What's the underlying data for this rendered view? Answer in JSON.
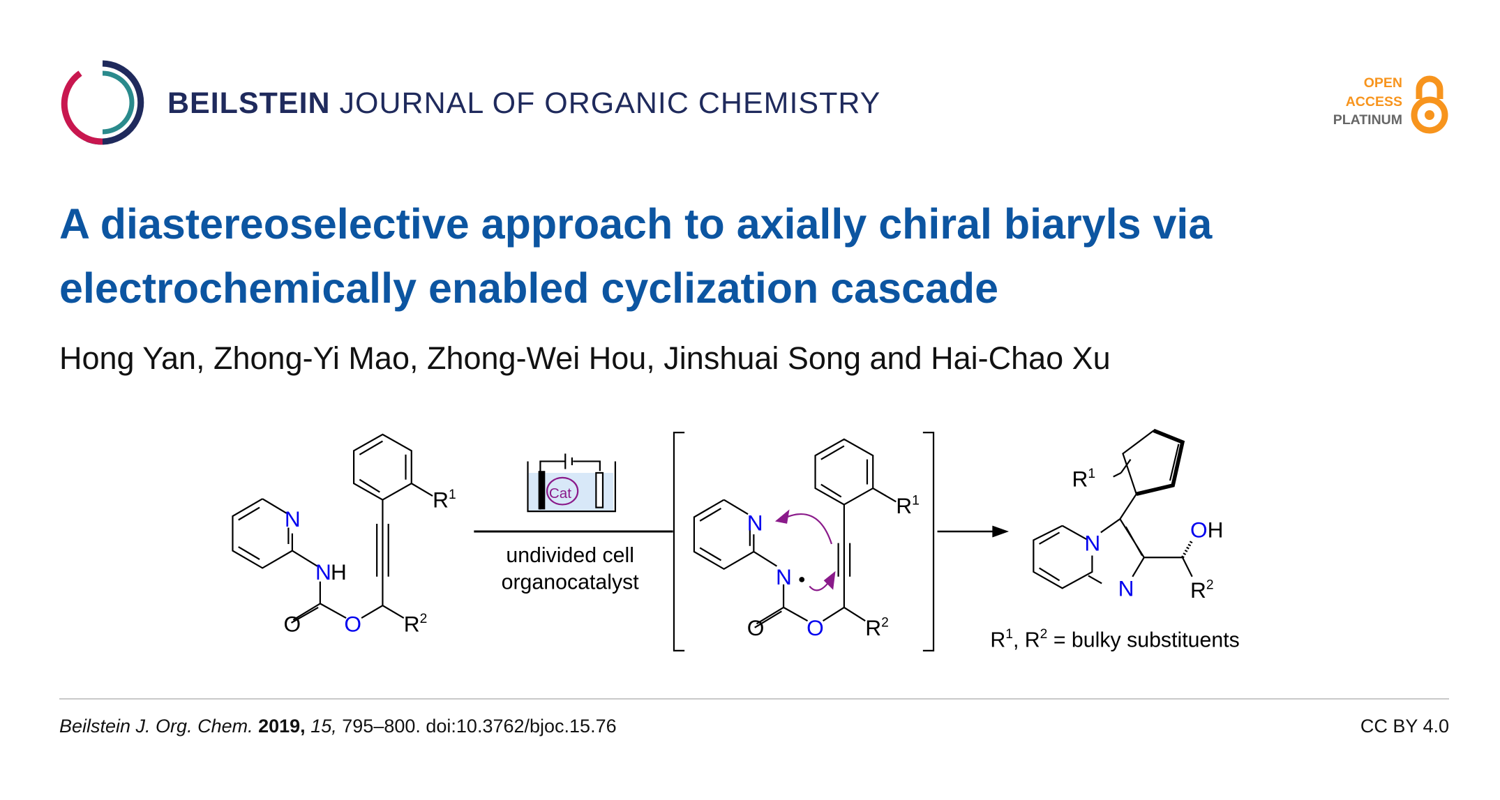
{
  "header": {
    "journal_bold": "BEILSTEIN",
    "journal_rest": "JOURNAL OF ORGANIC CHEMISTRY",
    "open_access": [
      "OPEN",
      "ACCESS",
      "PLATINUM"
    ],
    "colors": {
      "navy": "#1f2a5c",
      "crimson": "#c8174f",
      "teal": "#2a8a8c",
      "orange": "#f7941d"
    }
  },
  "article": {
    "title": "A diastereoselective approach to axially chiral biaryls via electrochemically enabled cyclization cascade",
    "authors": "Hong Yan, Zhong-Yi Mao, Zhong-Wei Hou, Jinshuai Song and Hai-Chao Xu"
  },
  "scheme": {
    "atoms": {
      "N": "N",
      "NH": "NH",
      "O": "O",
      "R": "R",
      "OH": "OH",
      "sup1": "1",
      "sup2": "2",
      "cat": "Cat"
    },
    "conditions": [
      "undivided cell",
      "organocatalyst"
    ],
    "caption_r": "R",
    "caption_sup1": "1",
    "caption_sep": ", R",
    "caption_sup2": "2",
    "caption_rest": " = bulky substituents"
  },
  "footer": {
    "journal": "Beilstein J. Org. Chem.",
    "year": "2019,",
    "volume": "15,",
    "pages_doi": "795–800. doi:10.3762/bjoc.15.76",
    "license": "CC BY 4.0"
  }
}
